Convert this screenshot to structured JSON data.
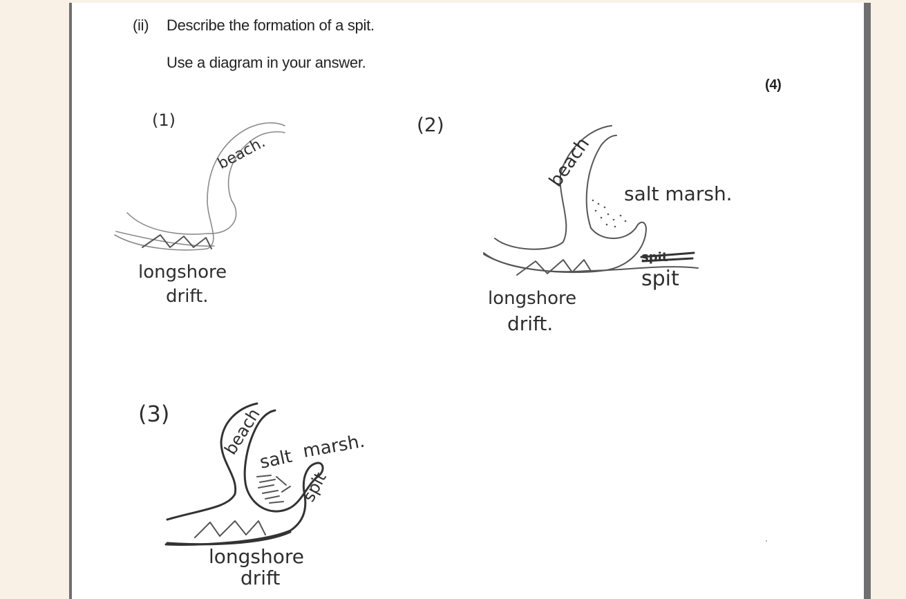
{
  "question": {
    "number": "(ii)",
    "prompt": "Describe the formation of a spit.",
    "instruction": "Use a diagram in your answer.",
    "marks": "(4)"
  },
  "answer": {
    "diagram1": {
      "number": "(1)",
      "beach": "beach.",
      "drift_line1": "longshore",
      "drift_line2": "drift."
    },
    "diagram2": {
      "number": "(2)",
      "beach": "beach",
      "salt_marsh": "salt marsh.",
      "crossed_word": "spit",
      "spit": "spit",
      "drift_line1": "longshore",
      "drift_line2": "drift."
    },
    "diagram3": {
      "number": "(3)",
      "beach": "beach",
      "salt": "salt",
      "marsh": "marsh.",
      "spit": "spit",
      "drift_line1": "longshore",
      "drift_line2": "drift"
    }
  }
}
